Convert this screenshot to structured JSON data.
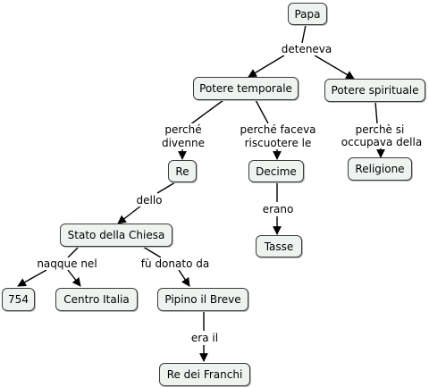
{
  "nodes": {
    "papa": "Papa",
    "potere_temporale": "Potere temporale",
    "potere_spirituale": "Potere spirituale",
    "re": "Re",
    "decime": "Decime",
    "religione": "Religione",
    "stato_chiesa": "Stato della Chiesa",
    "tasse": "Tasse",
    "n754": "754",
    "centro_italia": "Centro Italia",
    "pipino": "Pipino il Breve",
    "re_franchi": "Re dei Franchi"
  },
  "links": {
    "deteneva": "deteneva",
    "perche_divenne_1": "perché",
    "perche_divenne_2": "divenne",
    "perche_faceva_1": "perché faceva",
    "perche_faceva_2": "riscuotere le",
    "perche_si_1": "perchè si",
    "perche_si_2": "occupava della",
    "dello": "dello",
    "erano": "erano",
    "naqque_nel": "naqque nel",
    "fu_donato_da": "fù donato da",
    "era_il": "era il"
  }
}
